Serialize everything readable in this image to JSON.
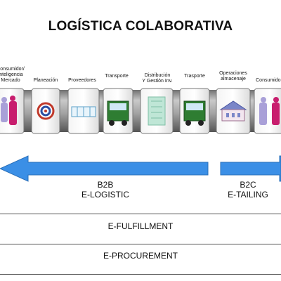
{
  "title": "LOGÍSTICA COLABORATIVA",
  "stages": [
    {
      "label": "Consumidor/\nInteligencia\nMercado",
      "icon": "people-icon"
    },
    {
      "label": "Planeación",
      "icon": "target-icon"
    },
    {
      "label": "Proveedores",
      "icon": "factory-icon"
    },
    {
      "label": "Transporte",
      "icon": "truck-icon"
    },
    {
      "label": "Distribución\nY Gestión Inv.",
      "icon": "warehouse-icon"
    },
    {
      "label": "Trasporte",
      "icon": "truck-icon"
    },
    {
      "label": "Operaciones\nalmacenaje",
      "icon": "store-icon"
    },
    {
      "label": "Consumidor",
      "icon": "people-icon"
    }
  ],
  "b2b": {
    "line1": "B2B",
    "line2": "E-LOGISTIC"
  },
  "b2c": {
    "line1": "B2C",
    "line2": "E-TAILING"
  },
  "fulfillment": "E-FULFILLMENT",
  "procurement": "E-PROCUREMENT",
  "colors": {
    "arrow": "#3b8fe6",
    "cylinder": "#9a9a9a",
    "person_pink": "#c81e6e",
    "person_lilac": "#a9a0d8",
    "truck": "#2e7d32"
  }
}
